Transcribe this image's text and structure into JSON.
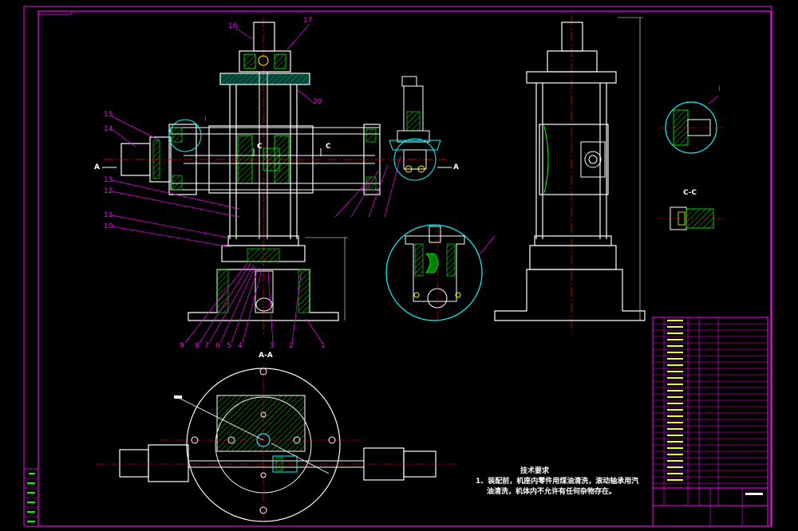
{
  "drawing": {
    "part_labels": {
      "p1": "1",
      "p2": "2",
      "p3": "3",
      "p4": "4",
      "p5": "5",
      "p6": "6",
      "p7": "7",
      "p8": "8",
      "p9": "9",
      "p10": "10",
      "p11": "11",
      "p12": "12",
      "p13": "13",
      "p14": "14",
      "p15": "15",
      "p16": "16",
      "p17": "17",
      "p20": "20"
    },
    "section_aa_marker": "A",
    "section_cc_marker": "C",
    "section_aa_title": "A-A",
    "section_cc_title": "C-C",
    "detail_i": "I",
    "tech_req_title": "技术要求",
    "tech_req_line1": "1、装配前，机座内零件用煤油清洗，滚动轴承用汽",
    "tech_req_line2": "油清洗，机体内不允许有任何杂物存在。"
  },
  "colors": {
    "frame": "#ff00ff",
    "outline": "#ffffff",
    "center": "#ff0000",
    "hatch": "#00ff00",
    "dim": "#00ffff",
    "thread": "#ffff00"
  }
}
